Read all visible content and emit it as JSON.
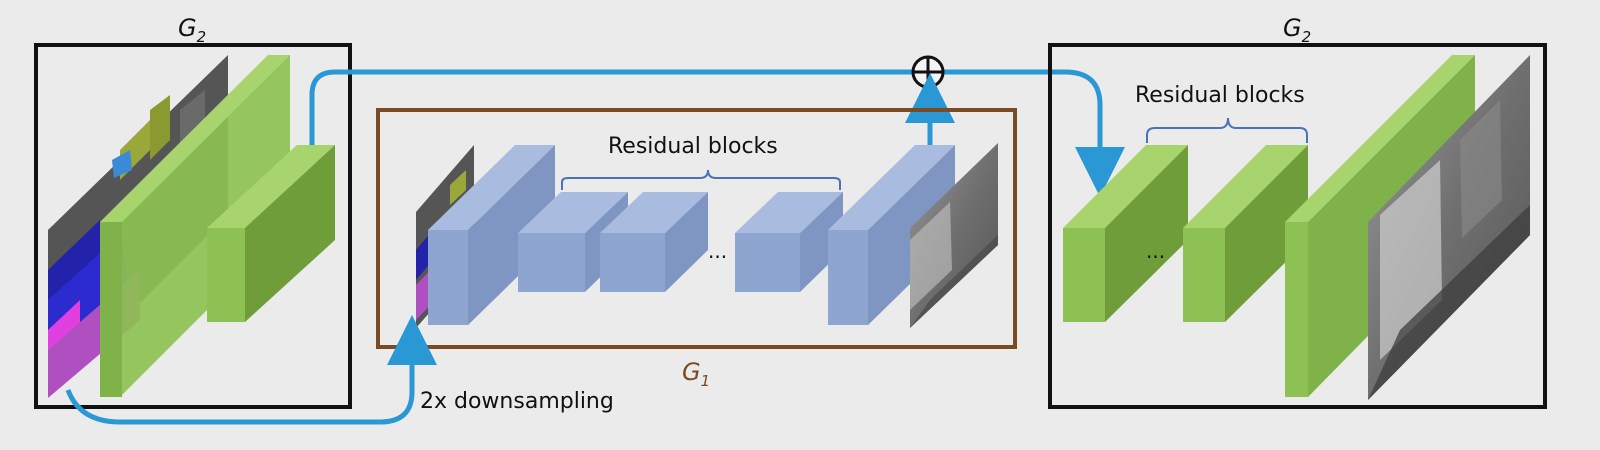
{
  "labels": {
    "g2_left": "G",
    "g2_left_sub": "2",
    "g2_right": "G",
    "g2_right_sub": "2",
    "g1": "G",
    "g1_sub": "1",
    "residual_g1": "Residual blocks",
    "residual_g2": "Residual blocks",
    "ellipsis_g1": "...",
    "ellipsis_g2": "...",
    "downsampling": "2x downsampling"
  },
  "colors": {
    "background": "#ebebeb",
    "blue_block_front": "#8ea5cf",
    "blue_block_top": "#a9bce0",
    "blue_block_side": "#6f86b3",
    "green_block_front": "#8dc153",
    "green_block_top": "#a8d46e",
    "green_block_side": "#6e9d3a",
    "arrow": "#2a98d4",
    "g1_frame": "#7a4a22",
    "g2_frame": "#111111",
    "brace": "#4a72b8"
  },
  "symbols": {
    "sum": "plus-in-circle"
  }
}
